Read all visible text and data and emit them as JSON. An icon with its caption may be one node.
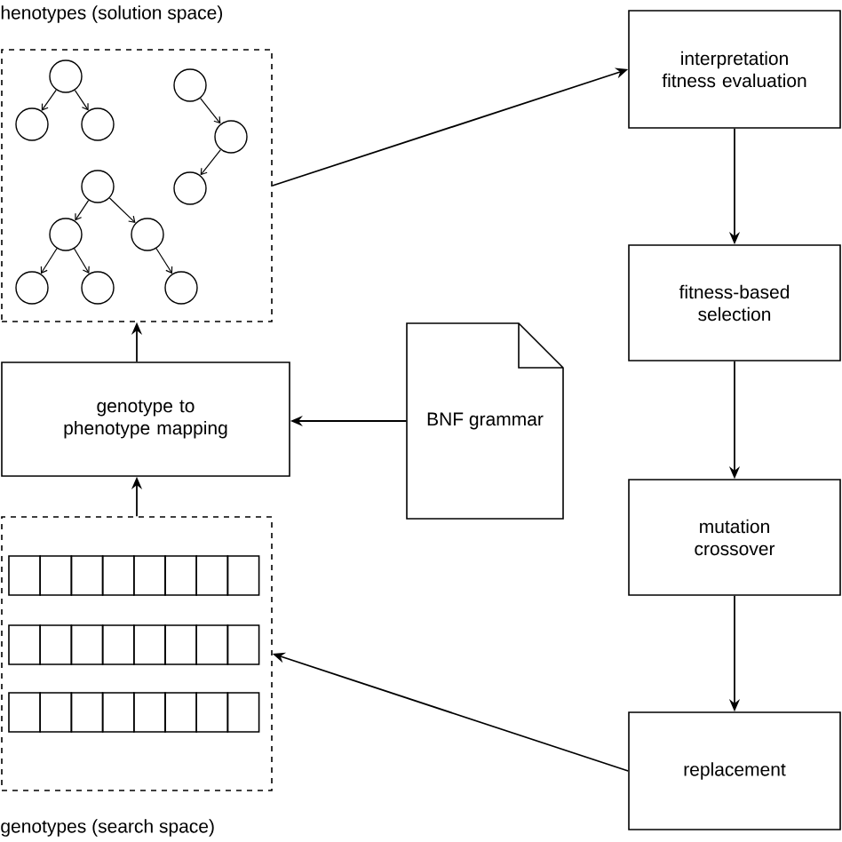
{
  "diagram": {
    "nodes": [
      {
        "text": [
          "henotypes (solution space)"
        ]
      },
      {
        "text": [],
        "shape": "circle",
        "in": 0
      },
      {
        "text": [],
        "shape": "circle",
        "in": 0
      },
      {
        "text": [],
        "shape": "circle",
        "in": 0
      },
      {
        "text": [],
        "shape": "circle",
        "in": 0
      },
      {
        "text": [],
        "shape": "circle",
        "in": 0
      },
      {
        "text": [],
        "shape": "circle",
        "in": 0
      },
      {
        "text": [],
        "shape": "circle",
        "in": 0
      },
      {
        "text": [],
        "shape": "circle",
        "in": 0
      },
      {
        "text": [],
        "shape": "circle",
        "in": 0
      },
      {
        "text": [],
        "shape": "circle",
        "in": 0
      },
      {
        "text": [],
        "shape": "circle",
        "in": 0
      },
      {
        "text": [],
        "shape": "circle",
        "in": 0
      },
      {
        "text": [
          "interpretation fitness evaluation"
        ]
      },
      {
        "text": [
          "genotype to phenotype mapping"
        ]
      },
      {
        "text": [
          "BNF grammar"
        ]
      },
      {
        "text": [
          "fitness-based selection"
        ]
      },
      {
        "text": [
          "genotypes (search space)"
        ]
      },
      {
        "text": [
          "mutation crossover"
        ]
      },
      {
        "text": [
          "replacement"
        ]
      }
    ],
    "edges": [
      {
        "from": 1,
        "to": 2,
        "arrow": "to"
      },
      {
        "from": 1,
        "to": 3,
        "arrow": "to"
      },
      {
        "from": 4,
        "to": 5,
        "arrow": "to"
      },
      {
        "from": 5,
        "to": 6,
        "arrow": "to"
      },
      {
        "from": 7,
        "to": 8,
        "arrow": "to"
      },
      {
        "from": 7,
        "to": 9,
        "arrow": "to"
      },
      {
        "from": 8,
        "to": 10,
        "arrow": "to"
      },
      {
        "from": 8,
        "to": 11,
        "arrow": "to"
      },
      {
        "from": 9,
        "to": 12,
        "arrow": "to"
      },
      {
        "from": 0,
        "to": 13,
        "arrow": "to"
      },
      {
        "from": 13,
        "to": 16,
        "arrow": "to"
      },
      {
        "from": 16,
        "to": 18,
        "arrow": "to"
      },
      {
        "from": 18,
        "to": 19,
        "arrow": "to"
      },
      {
        "from": 19,
        "to": 17,
        "arrow": "to"
      },
      {
        "from": 17,
        "to": 14,
        "arrow": "to"
      },
      {
        "from": 14,
        "to": 0,
        "arrow": "to"
      },
      {
        "from": 15,
        "to": 14,
        "arrow": "to"
      }
    ]
  }
}
